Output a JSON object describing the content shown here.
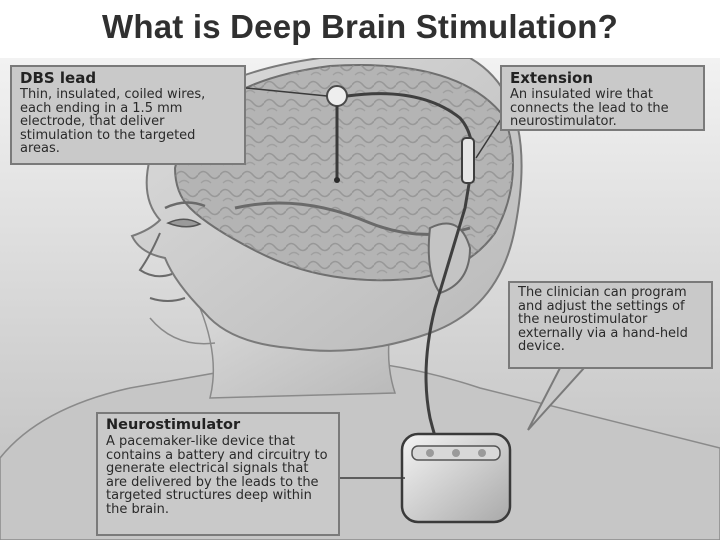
{
  "title": "What is Deep Brain Stimulation?",
  "callouts": {
    "dbs_lead": {
      "heading": "DBS lead",
      "text": "Thin, insulated, coiled wires, each ending in a 1.5 mm electrode, that deliver stimulation to the targeted areas."
    },
    "extension": {
      "heading": "Extension",
      "text": "An insulated wire that connects the lead to the neurostimulator."
    },
    "clinician": {
      "text": "The clinician can program and adjust the settings of the neurostimulator externally via a hand-held device."
    },
    "neurostimulator": {
      "heading": "Neurostimulator",
      "text": "A pacemaker-like device that contains a battery and circuitry to generate electrical signals that are delivered by the leads to the targeted structures deep within the brain."
    }
  },
  "colors": {
    "background": "#ffffff",
    "title": "#303030",
    "callout_fill": "#c9c9c9",
    "skin": "#cfcfcf",
    "brain": "#b4b4b4"
  }
}
